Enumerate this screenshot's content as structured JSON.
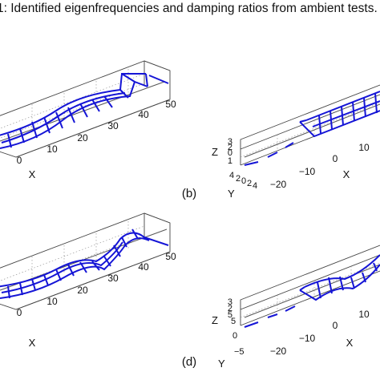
{
  "caption": "1: Identified eigenfrequencies and damping ratios from ambient tests.",
  "panels": [
    {
      "label": "",
      "x_axis_label": "X",
      "x_ticks": [
        "0",
        "10",
        "20",
        "30",
        "40",
        "50"
      ],
      "y_axis_label": "",
      "y_ticks": [],
      "z_axis_label": "",
      "z_ticks": []
    },
    {
      "label": "(b)",
      "x_axis_label": "X",
      "x_ticks": [
        "−20",
        "−10",
        "0",
        "10"
      ],
      "y_axis_label": "Y",
      "y_ticks": [
        "4",
        "2",
        "0",
        "2",
        "4"
      ],
      "z_axis_label": "Z",
      "z_ticks": [
        "3",
        "2",
        "0",
        "1"
      ]
    },
    {
      "label": "",
      "x_axis_label": "X",
      "x_ticks": [
        "0",
        "10",
        "20",
        "30",
        "40",
        "50"
      ],
      "y_axis_label": "",
      "y_ticks": [],
      "z_axis_label": "",
      "z_ticks": []
    },
    {
      "label": "(d)",
      "x_axis_label": "X",
      "x_ticks": [
        "−20",
        "−10",
        "0",
        "10"
      ],
      "y_axis_label": "Y",
      "y_ticks": [
        "−5",
        "0",
        "5"
      ],
      "z_axis_label": "Z",
      "z_ticks": [
        "3",
        "2",
        "5"
      ]
    }
  ],
  "colors": {
    "mode_shape": "#1515d6",
    "undeformed": "#555555",
    "box": "#444444",
    "grid": "#888888"
  }
}
